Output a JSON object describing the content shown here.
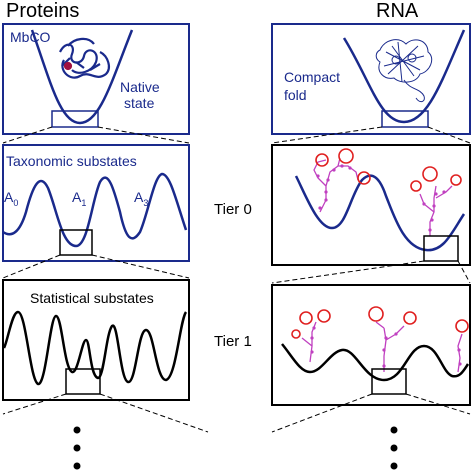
{
  "columns": {
    "left_title": "Proteins",
    "right_title": "RNA"
  },
  "top_left": {
    "label": "MbCO",
    "line1": "Native",
    "line2": "state"
  },
  "top_right": {
    "line1": "Compact",
    "line2": "fold"
  },
  "tier0": {
    "label": "Tier 0",
    "panel_title": "Taxonomic substates",
    "substates": [
      {
        "base": "A",
        "sub": "0"
      },
      {
        "base": "A",
        "sub": "1"
      },
      {
        "base": "A",
        "sub": "3"
      }
    ]
  },
  "tier1": {
    "label": "Tier 1",
    "panel_title": "Statistical substates"
  },
  "colors": {
    "protein_blue": "#1a2a8c",
    "rna_red": "#e02020",
    "rna_magenta": "#c040c0"
  }
}
